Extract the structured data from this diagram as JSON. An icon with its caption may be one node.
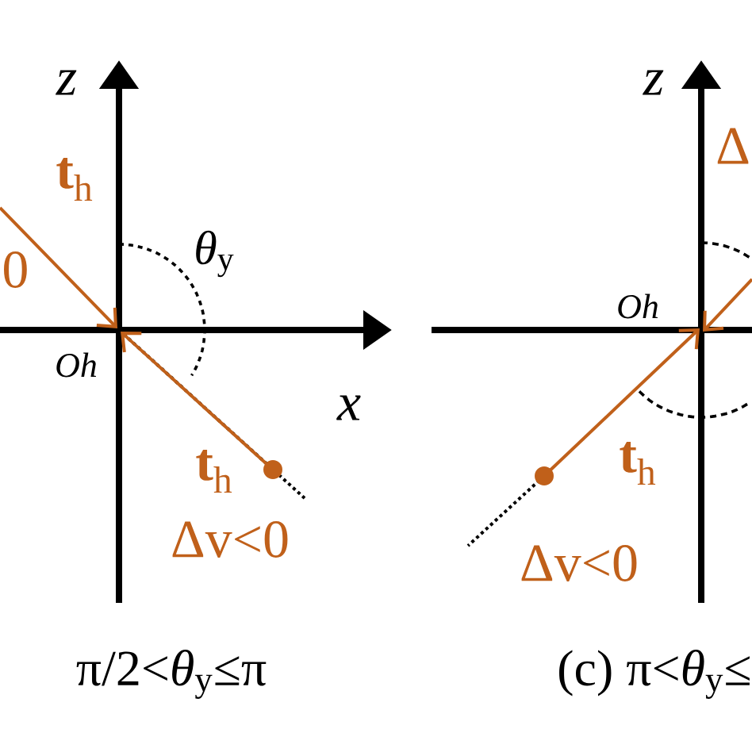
{
  "diagram": {
    "labels": [
      "z",
      "z",
      "Δ",
      "**t**$_{h}$",
      "0",
      "*θ*$_{y}$",
      "Oh",
      "Oh",
      "x",
      "**t**$_{h}$",
      "**t**$_{h}$",
      "Δv<0",
      "Δv<0",
      "π/2<*θ*$_{y}$≤π",
      "(c) π<*θ*$_{y}$≤"
    ]
  }
}
